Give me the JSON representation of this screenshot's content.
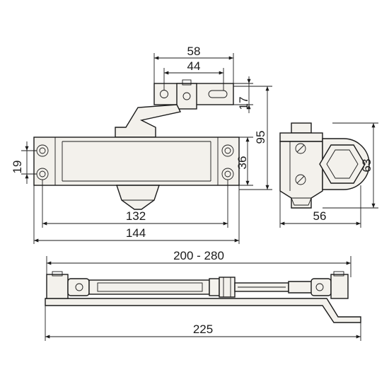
{
  "drawing": {
    "dimensions": {
      "d58": "58",
      "d44": "44",
      "d17": "17",
      "d95": "95",
      "d36": "36",
      "d19": "19",
      "d132": "132",
      "d144": "144",
      "d63": "63",
      "d56": "56",
      "d200_280": "200 - 280",
      "d225": "225"
    }
  }
}
